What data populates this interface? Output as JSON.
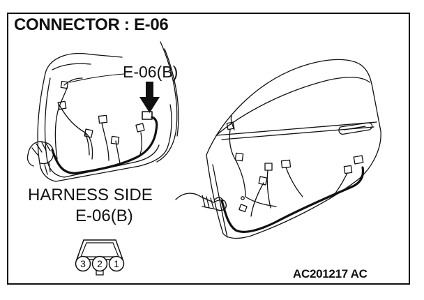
{
  "title": "CONNECTOR : E-06",
  "callout_label": "E-06(B)",
  "harness": {
    "side_label": "HARNESS SIDE",
    "connector_id": "E-06(B)",
    "pins": [
      "3",
      "2",
      "1"
    ]
  },
  "reference_code": "AC201217 AC",
  "colors": {
    "line": "#111111",
    "background": "#ffffff"
  }
}
